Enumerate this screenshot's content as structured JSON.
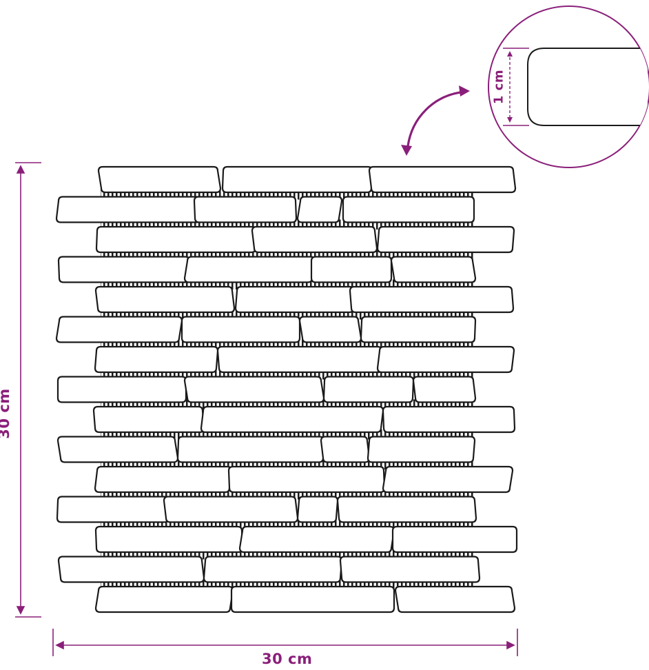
{
  "dimensions": {
    "width": "30 cm",
    "height": "30 cm",
    "tile_thickness": "1 cm"
  },
  "colors": {
    "accent": "#8a1f7a",
    "outline": "#1a1a1a",
    "background": "#ffffff"
  },
  "icons": {
    "rotate_arrow": "curved-arrow-icon",
    "detail_zoom": "magnifier-circle"
  }
}
